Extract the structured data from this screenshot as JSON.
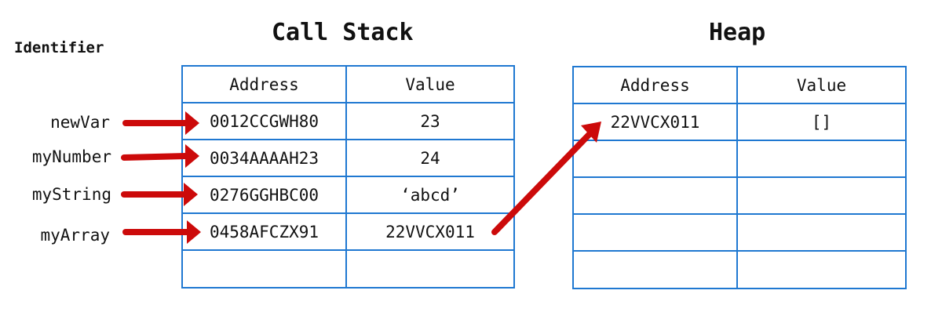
{
  "call_stack": {
    "title": "Call Stack",
    "headers": [
      "Address",
      "Value"
    ],
    "rows": [
      {
        "address": "0012CCGWH80",
        "value": "23"
      },
      {
        "address": "0034AAAAH23",
        "value": "24"
      },
      {
        "address": "0276GGHBC00",
        "value": "‘abcd’"
      },
      {
        "address": "0458AFCZX91",
        "value": "22VVCX011"
      },
      {
        "address": "",
        "value": ""
      }
    ]
  },
  "heap": {
    "title": "Heap",
    "headers": [
      "Address",
      "Value"
    ],
    "rows": [
      {
        "address": "22VVCX011",
        "value": "[]"
      },
      {
        "address": "",
        "value": ""
      },
      {
        "address": "",
        "value": ""
      },
      {
        "address": "",
        "value": ""
      },
      {
        "address": "",
        "value": ""
      }
    ]
  },
  "identifiers": {
    "heading": "Identifier",
    "items": [
      "newVar",
      "myNumber",
      "myString",
      "myArray"
    ]
  },
  "colors": {
    "border": "#1f78d1",
    "arrow": "#cc0a0a"
  }
}
